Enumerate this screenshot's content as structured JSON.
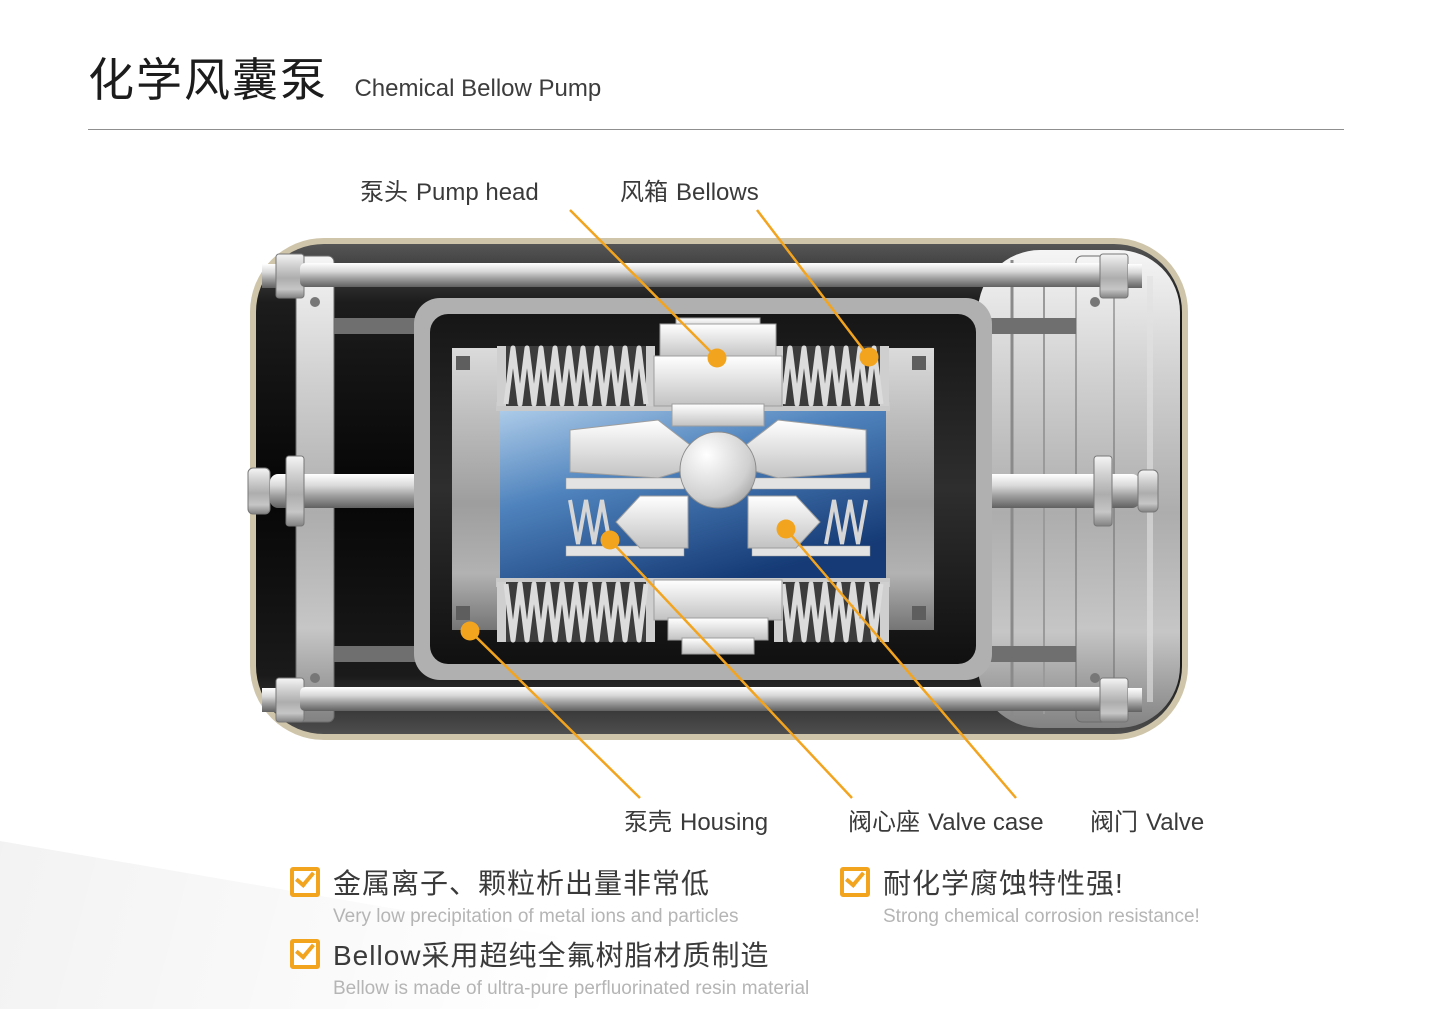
{
  "page": {
    "title_zh": "化学风囊泵",
    "title_en": "Chemical Bellow Pump"
  },
  "diagram": {
    "accent_color": "#f2a41f",
    "callouts": {
      "pump_head": {
        "zh": "泵头",
        "en": "Pump head"
      },
      "bellows": {
        "zh": "风箱",
        "en": "Bellows"
      },
      "housing": {
        "zh": "泵壳",
        "en": "Housing"
      },
      "valve_case": {
        "zh": "阀心座",
        "en": "Valve case"
      },
      "valve": {
        "zh": "阀门",
        "en": "Valve"
      }
    }
  },
  "features": [
    {
      "zh": "金属离子、颗粒析出量非常低",
      "en": "Very low precipitation of metal ions and particles"
    },
    {
      "zh": "耐化学腐蚀特性强!",
      "en": "Strong chemical corrosion resistance!"
    },
    {
      "zh": "Bellow采用超纯全氟树脂材质制造",
      "en": "Bellow is made of ultra-pure perfluorinated resin material"
    }
  ]
}
